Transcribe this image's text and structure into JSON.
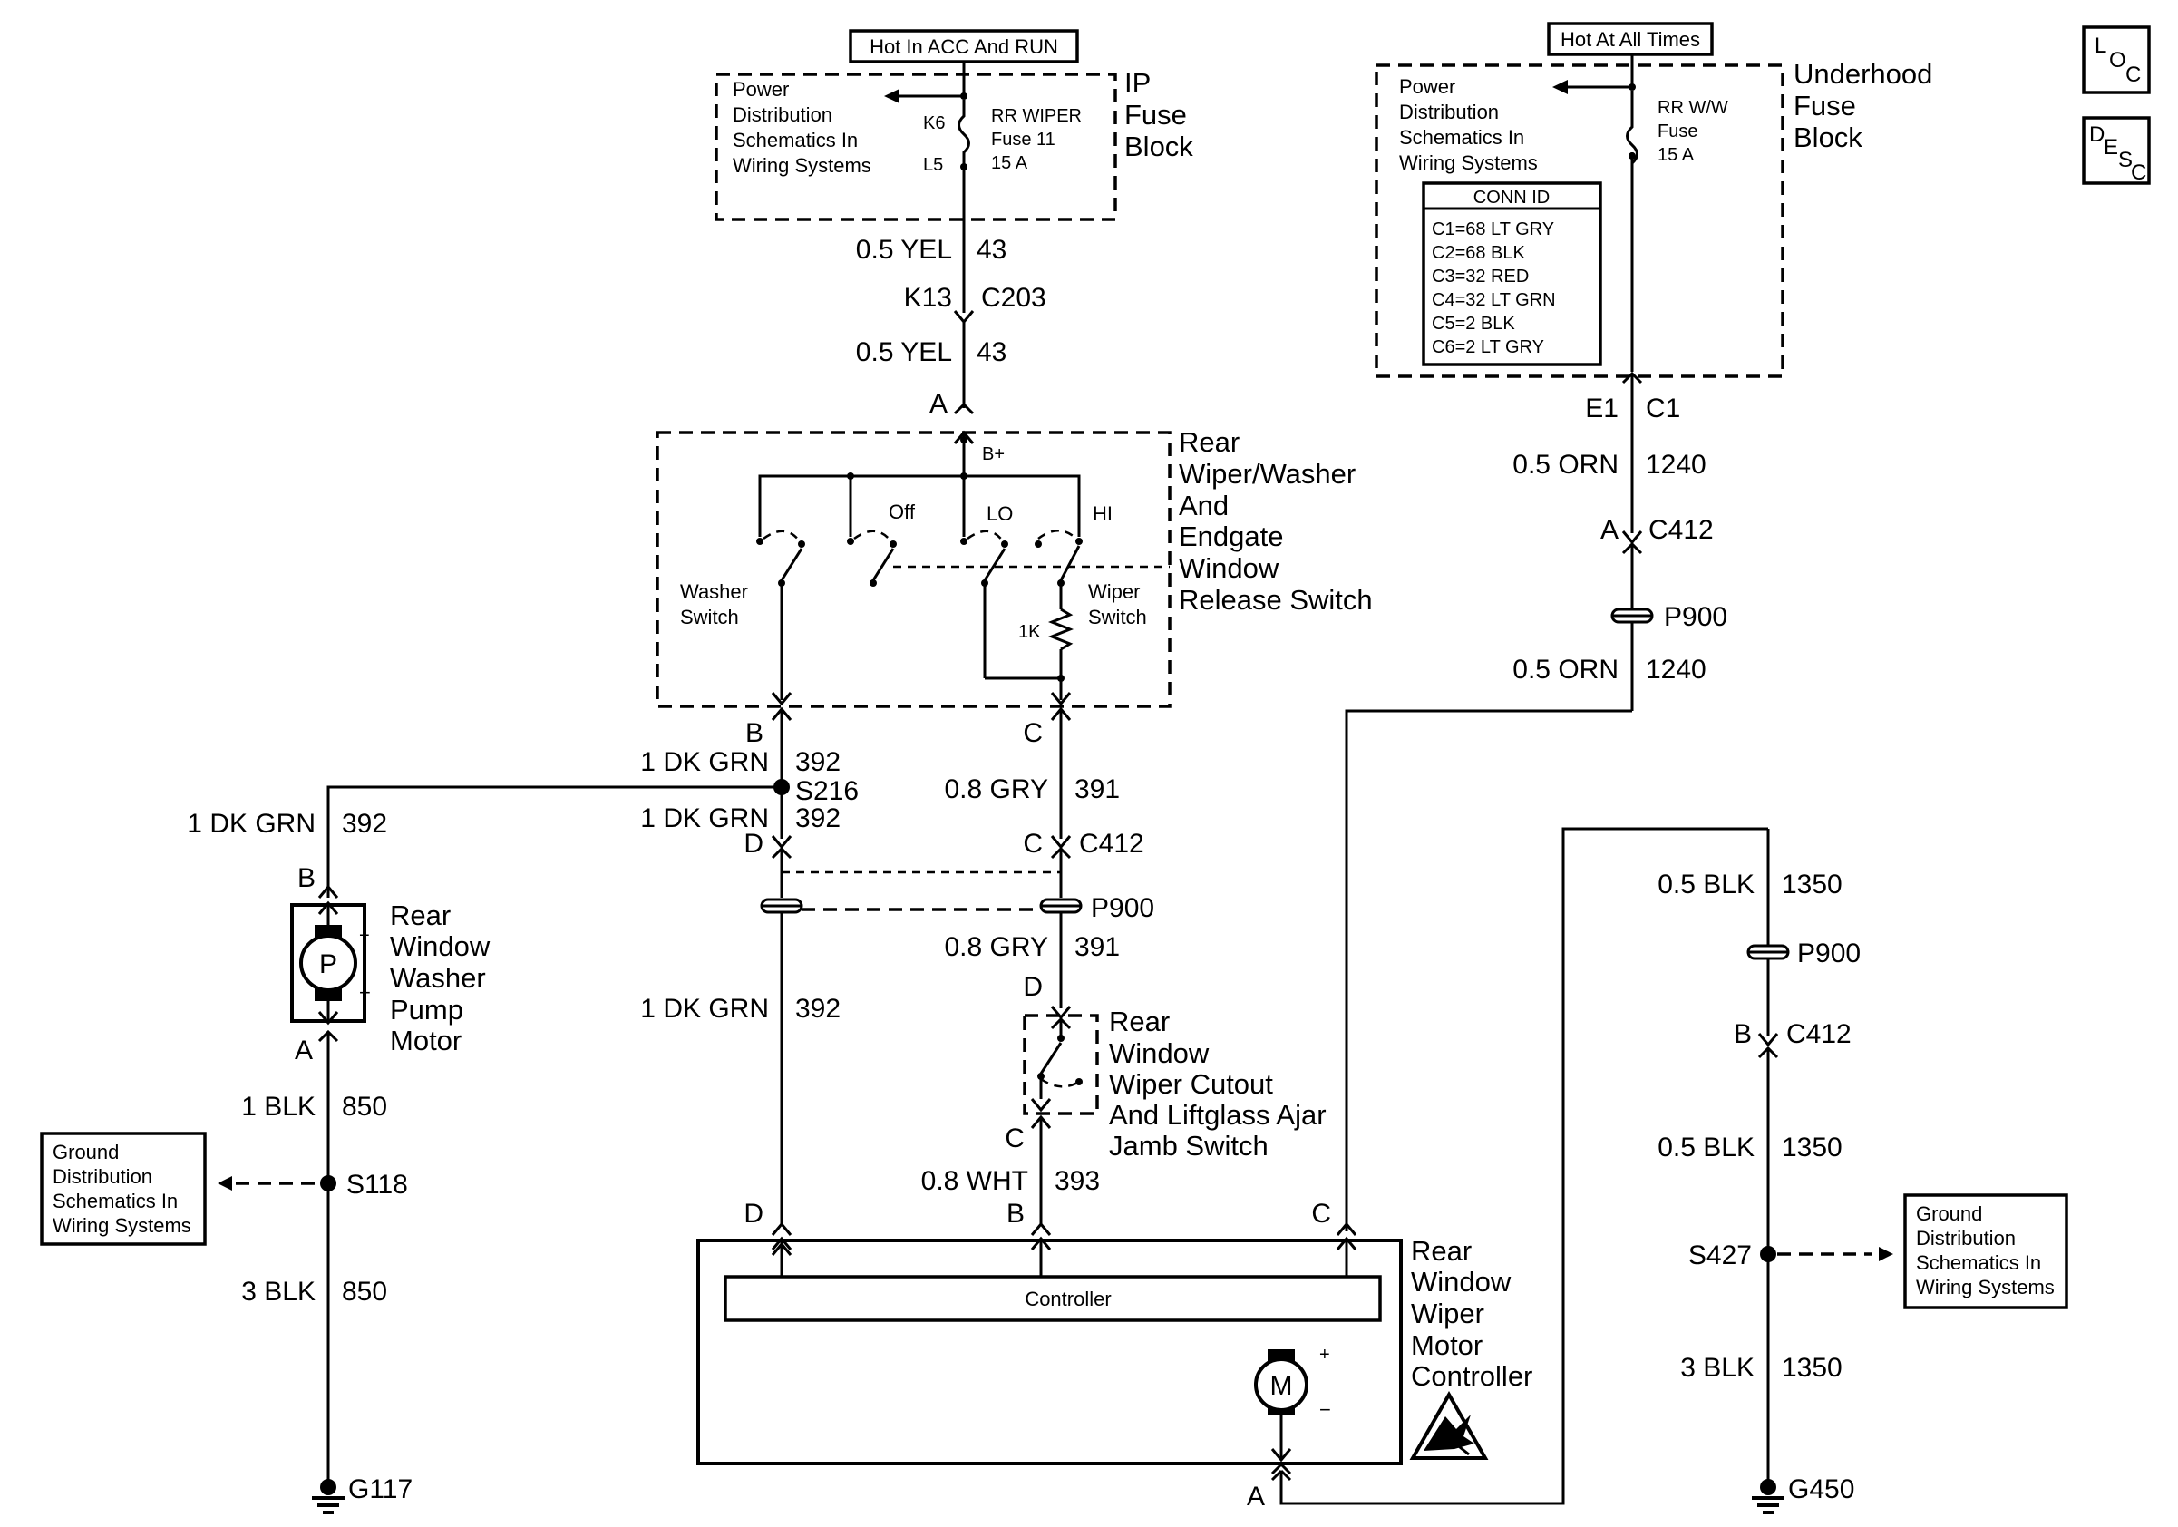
{
  "labels": {
    "hot_acc_run": "Hot In ACC And RUN",
    "hot_all_times": "Hot At All Times",
    "loc": [
      "L",
      "O",
      "C"
    ],
    "desc": [
      "D",
      "E",
      "S",
      "C"
    ],
    "pds_left": [
      "Power",
      "Distribution",
      "Schematics In",
      "Wiring Systems"
    ],
    "pds_right": [
      "Power",
      "Distribution",
      "Schematics In",
      "Wiring Systems"
    ],
    "ip_fuse_block": [
      "IP",
      "Fuse",
      "Block"
    ],
    "underhood_fuse_block": [
      "Underhood",
      "Fuse",
      "Block"
    ],
    "fuse_left": {
      "k6": "K6",
      "l5": "L5",
      "name": [
        "RR WIPER",
        "Fuse 11",
        "15 A"
      ]
    },
    "fuse_right": {
      "name": [
        "RR W/W",
        "Fuse",
        "15 A"
      ]
    },
    "conn_id": {
      "title": "CONN ID",
      "rows": [
        "C1=68 LT GRY",
        "C2=68 BLK",
        "C3=32 RED",
        "C4=32 LT GRN",
        "C5=2 BLK",
        "C6=2 LT GRY"
      ]
    },
    "switch_name": [
      "Rear",
      "Wiper/Washer",
      "And",
      "Endgate",
      "Window",
      "Release Switch"
    ],
    "switch_labels": {
      "bplus": "B+",
      "off": "Off",
      "lo": "LO",
      "hi": "HI",
      "washer": [
        "Washer",
        "Switch"
      ],
      "wiper": [
        "Wiper",
        "Switch"
      ],
      "res": "1K"
    },
    "pump_name": [
      "Rear",
      "Window",
      "Washer",
      "Pump",
      "Motor"
    ],
    "pump_symbol": {
      "p": "P",
      "plus": "+",
      "minus": "−"
    },
    "jamb_name": [
      "Rear",
      "Window",
      "Wiper Cutout",
      "And Liftglass Ajar",
      "Jamb Switch"
    ],
    "controller_name": [
      "Rear",
      "Window",
      "Wiper",
      "Motor",
      "Controller"
    ],
    "controller_label": "Controller",
    "motor_symbol": {
      "m": "M",
      "plus": "+",
      "minus": "−"
    },
    "ground_left": [
      "Ground",
      "Distribution",
      "Schematics In",
      "Wiring Systems"
    ],
    "ground_right": [
      "Ground",
      "Distribution",
      "Schematics In",
      "Wiring Systems"
    ],
    "wires": {
      "yel_a": [
        "0.5 YEL",
        "43"
      ],
      "k13": [
        "K13",
        "C203"
      ],
      "yel_b": [
        "0.5 YEL",
        "43"
      ],
      "pin_a_sw": "A",
      "e1c1": [
        "E1",
        "C1"
      ],
      "orn_a": [
        "0.5 ORN",
        "1240"
      ],
      "c412_a": [
        "A",
        "C412"
      ],
      "p900_top": "P900",
      "orn_b": [
        "0.5 ORN",
        "1240"
      ],
      "pin_b_sw": "B",
      "pin_c_sw": "C",
      "dkgrn_top": [
        "1 DK GRN",
        "392"
      ],
      "s216": "S216",
      "dkgrn_mid": [
        "1 DK GRN",
        "392"
      ],
      "pin_d_c412": "D",
      "pin_c_c412": [
        "C",
        "C412"
      ],
      "gry_top": [
        "0.8 GRY",
        "391"
      ],
      "dkgrn_left": [
        "1 DK GRN",
        "392"
      ],
      "pump_b": "B",
      "pump_a": "A",
      "p900_mid": "P900",
      "gry_mid": [
        "0.8 GRY",
        "391"
      ],
      "dkgrn_low": [
        "1 DK GRN",
        "392"
      ],
      "jamb_d": "D",
      "jamb_c": "C",
      "wht": [
        "0.8 WHT",
        "393"
      ],
      "ctrl_d": "D",
      "ctrl_b": "B",
      "ctrl_c": "C",
      "ctrl_a": "A",
      "blk_1": [
        "1 BLK",
        "850"
      ],
      "s118": "S118",
      "blk_3": [
        "3 BLK",
        "850"
      ],
      "g117": "G117",
      "blk_r1": [
        "0.5 BLK",
        "1350"
      ],
      "p900_r": "P900",
      "c412_b": [
        "B",
        "C412"
      ],
      "blk_r2": [
        "0.5 BLK",
        "1350"
      ],
      "s427": "S427",
      "blk_r3": [
        "3 BLK",
        "1350"
      ],
      "g450": "G450"
    }
  }
}
